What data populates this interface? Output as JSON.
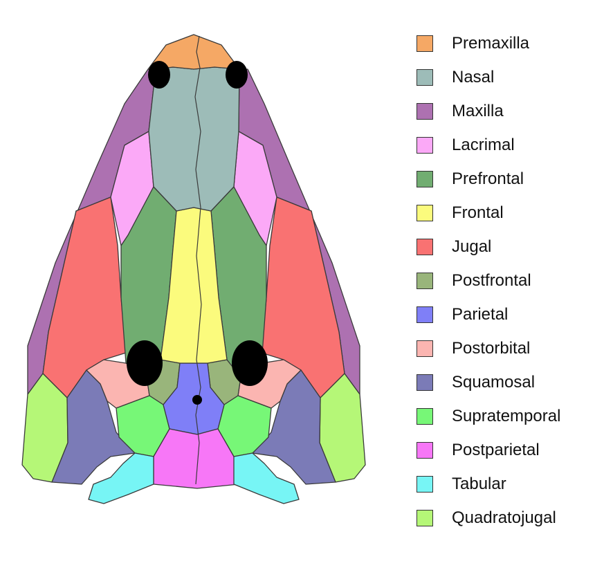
{
  "diagram": {
    "bones": [
      {
        "key": "premaxilla",
        "name": "Premaxilla",
        "color": "#f5a865"
      },
      {
        "key": "nasal",
        "name": "Nasal",
        "color": "#9dbcb8"
      },
      {
        "key": "maxilla",
        "name": "Maxilla",
        "color": "#ad71b1"
      },
      {
        "key": "lacrimal",
        "name": "Lacrimal",
        "color": "#fba9f7"
      },
      {
        "key": "prefrontal",
        "name": "Prefrontal",
        "color": "#71ad71"
      },
      {
        "key": "frontal",
        "name": "Frontal",
        "color": "#fbfb7d"
      },
      {
        "key": "jugal",
        "name": "Jugal",
        "color": "#f97272"
      },
      {
        "key": "postfrontal",
        "name": "Postfrontal",
        "color": "#99b57b"
      },
      {
        "key": "parietal",
        "name": "Parietal",
        "color": "#7f7ff7"
      },
      {
        "key": "postorbital",
        "name": "Postorbital",
        "color": "#fbb5b1"
      },
      {
        "key": "squamosal",
        "name": "Squamosal",
        "color": "#7b7bb7"
      },
      {
        "key": "supratemporal",
        "name": "Supratemporal",
        "color": "#77f777"
      },
      {
        "key": "postparietal",
        "name": "Postparietal",
        "color": "#f777f7"
      },
      {
        "key": "tabular",
        "name": "Tabular",
        "color": "#77f5f5"
      },
      {
        "key": "quadratojugal",
        "name": "Quadratojugal",
        "color": "#b5f777"
      }
    ]
  }
}
